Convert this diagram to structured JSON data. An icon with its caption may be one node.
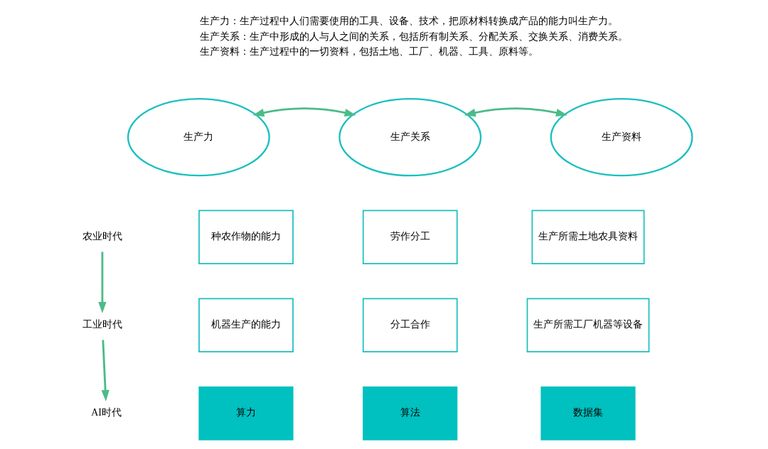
{
  "diagram": {
    "nodes": [
      {
        "text": [
          "生产力"
        ]
      },
      {
        "text": [
          "生产关系"
        ]
      },
      {
        "text": [
          "生产资料"
        ]
      },
      {
        "text": [
          "农业时代"
        ]
      },
      {
        "text": [
          "种农作物的能力"
        ]
      },
      {
        "text": [
          "劳作分工"
        ]
      },
      {
        "text": [
          "生产所需土地农具资料"
        ]
      },
      {
        "text": [
          "工业时代"
        ]
      },
      {
        "text": [
          "机器生产的能力"
        ]
      },
      {
        "text": [
          "分工合作"
        ]
      },
      {
        "text": [
          "生产所需工厂机器等设备"
        ]
      },
      {
        "text": [
          "AI时代"
        ]
      },
      {
        "text": [
          "算力"
        ]
      },
      {
        "text": [
          "算法"
        ]
      },
      {
        "text": [
          "数据集"
        ]
      }
    ],
    "edges": [
      {
        "from": 0,
        "to": 1,
        "arrow": "both"
      },
      {
        "from": 1,
        "to": 2,
        "arrow": "both"
      },
      {
        "from": 3,
        "to": 7,
        "arrow": "to"
      },
      {
        "from": 7,
        "to": 11,
        "arrow": "to"
      }
    ],
    "labels": [
      "生产力：生产过程中人们需要使用的工具、设备、技术，把原材料转换成产品的能力叫生产力。",
      "生产关系：生产中形成的人与人之间的关系，包括所有制关系、分配关系、交换关系、消费关系。",
      "生产资料：生产过程中的一切资料，包括土地、工厂、机器、工具、原料等。"
    ]
  }
}
